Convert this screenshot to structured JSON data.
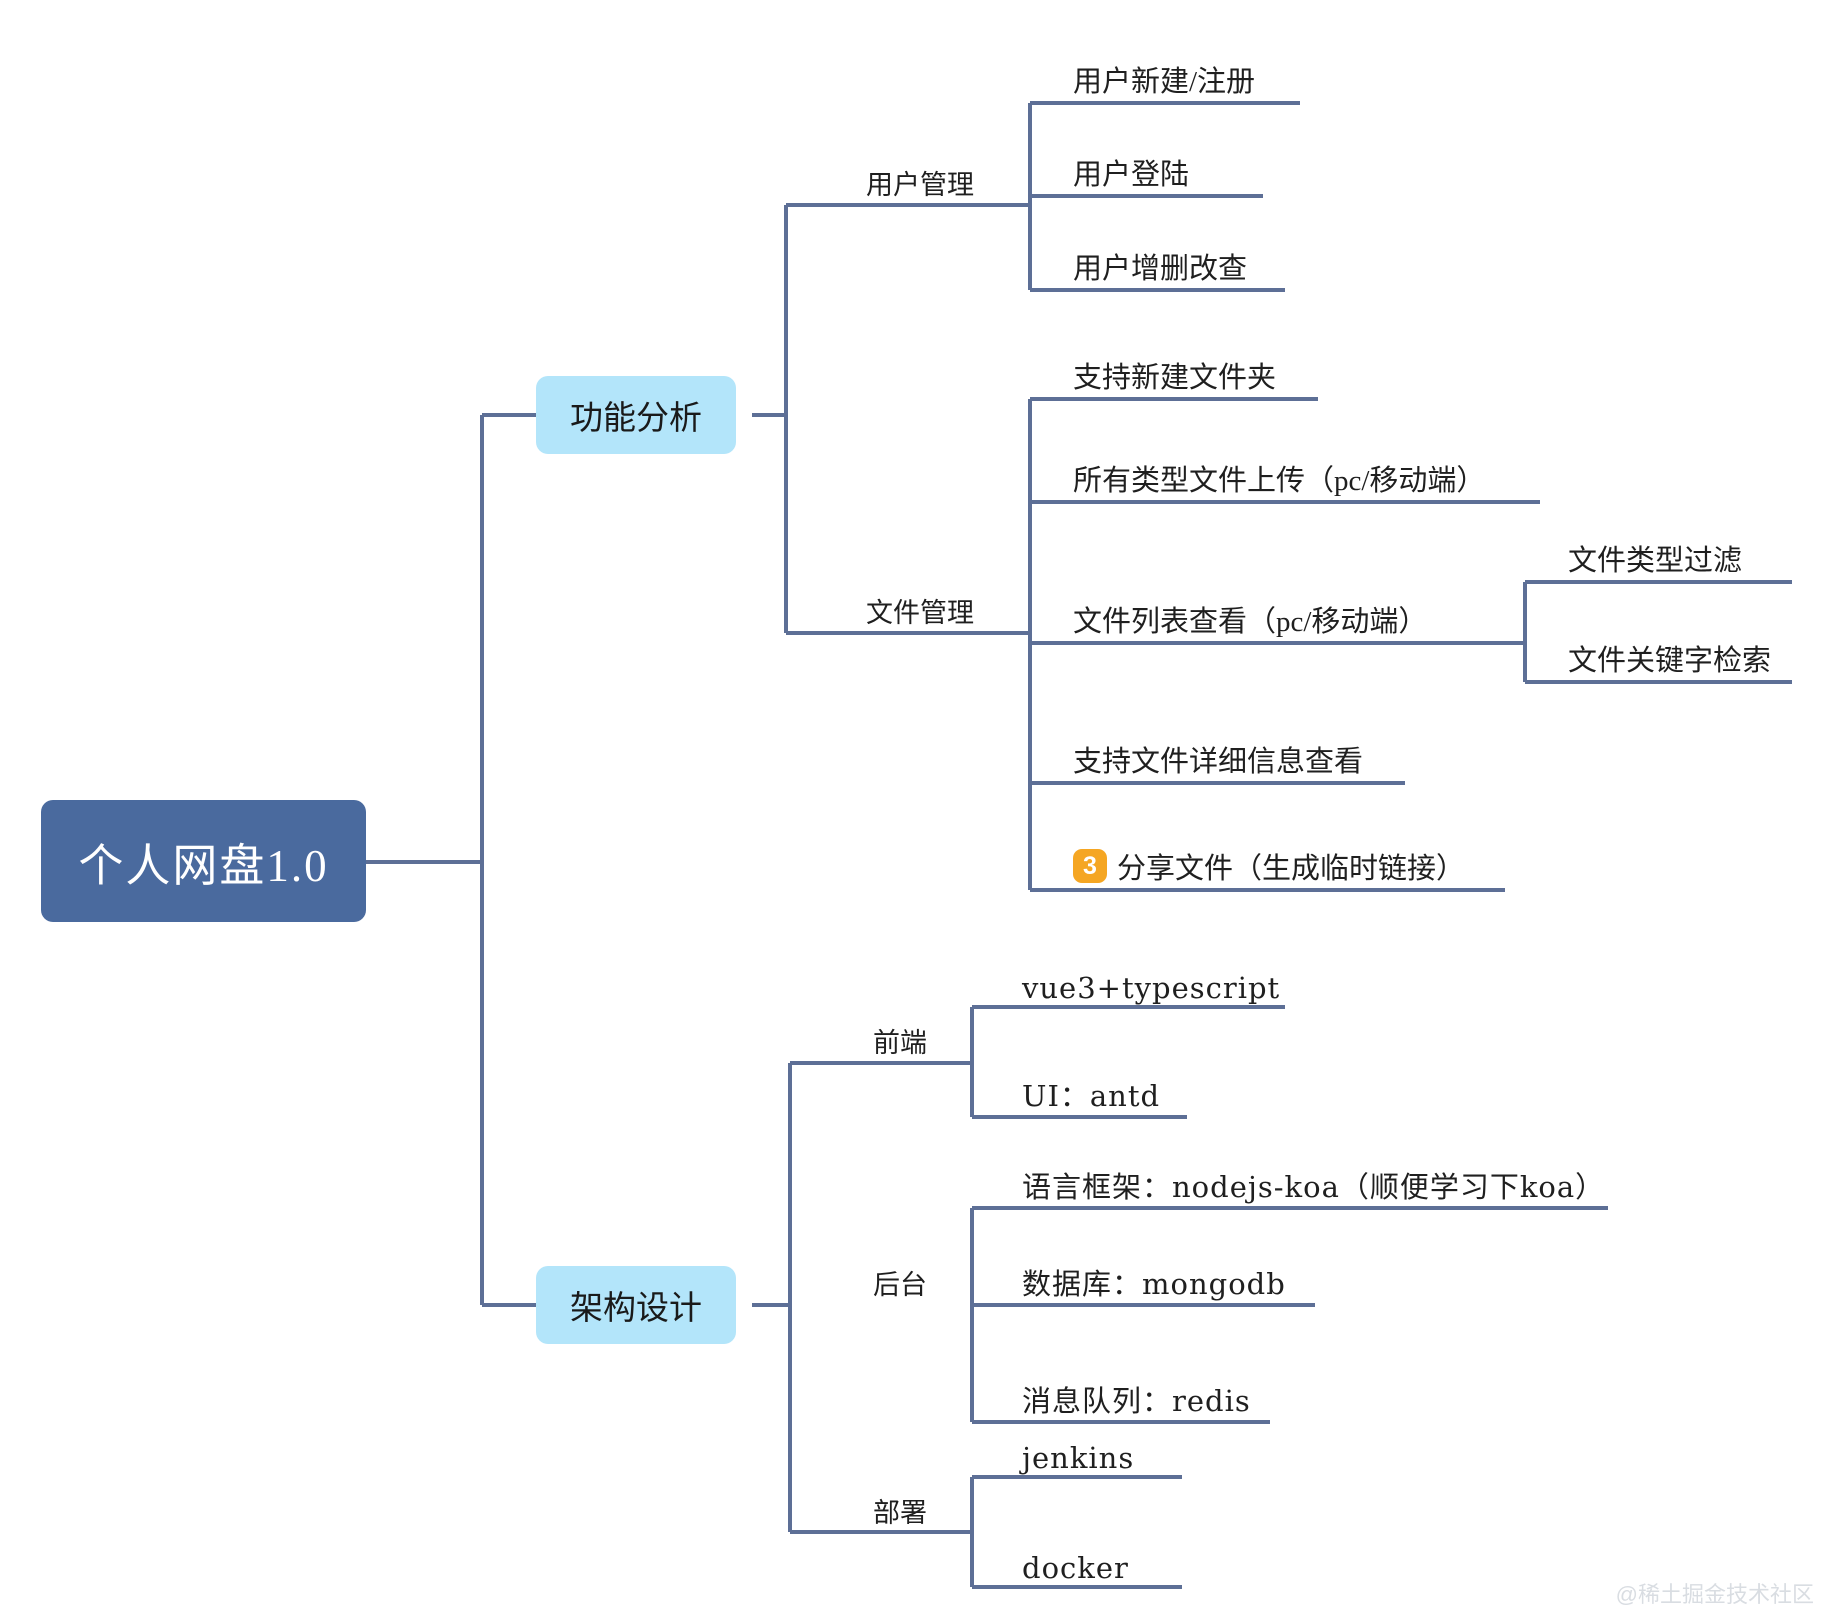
{
  "diagram": {
    "type": "mindmap",
    "title": "个人网盘1.0",
    "watermark": "@稀土掘金技术社区",
    "colors": {
      "root_fill": "#4a6a9e",
      "root_text": "#ffffff",
      "branch_fill": "#b3e5fa",
      "branch_text": "#1a1a1a",
      "line": "#5d6f96",
      "badge": "#f5a623",
      "watermark": "#d9dde2"
    }
  },
  "root": {
    "label": "个人网盘1.0"
  },
  "branches": [
    {
      "label": "功能分析",
      "groups": [
        {
          "label": "用户管理",
          "items": [
            {
              "label": "用户新建/注册"
            },
            {
              "label": "用户登陆"
            },
            {
              "label": "用户增删改查"
            }
          ]
        },
        {
          "label": "文件管理",
          "items": [
            {
              "label": "支持新建文件夹"
            },
            {
              "label": "所有类型文件上传（pc/移动端）"
            },
            {
              "label": "文件列表查看（pc/移动端）",
              "children": [
                {
                  "label": "文件类型过滤"
                },
                {
                  "label": "文件关键字检索"
                }
              ]
            },
            {
              "label": "支持文件详细信息查看"
            },
            {
              "label": "分享文件（生成临时链接）",
              "badge": "3"
            }
          ]
        }
      ]
    },
    {
      "label": "架构设计",
      "groups": [
        {
          "label": "前端",
          "items": [
            {
              "label": "vue3+typescript"
            },
            {
              "label": "UI：antd"
            }
          ]
        },
        {
          "label": "后台",
          "items": [
            {
              "label": "语言框架：nodejs-koa（顺便学习下koa）"
            },
            {
              "label": "数据库：mongodb"
            },
            {
              "label": "消息队列：redis"
            }
          ]
        },
        {
          "label": "部署",
          "items": [
            {
              "label": "jenkins"
            },
            {
              "label": "docker"
            }
          ]
        }
      ]
    }
  ]
}
